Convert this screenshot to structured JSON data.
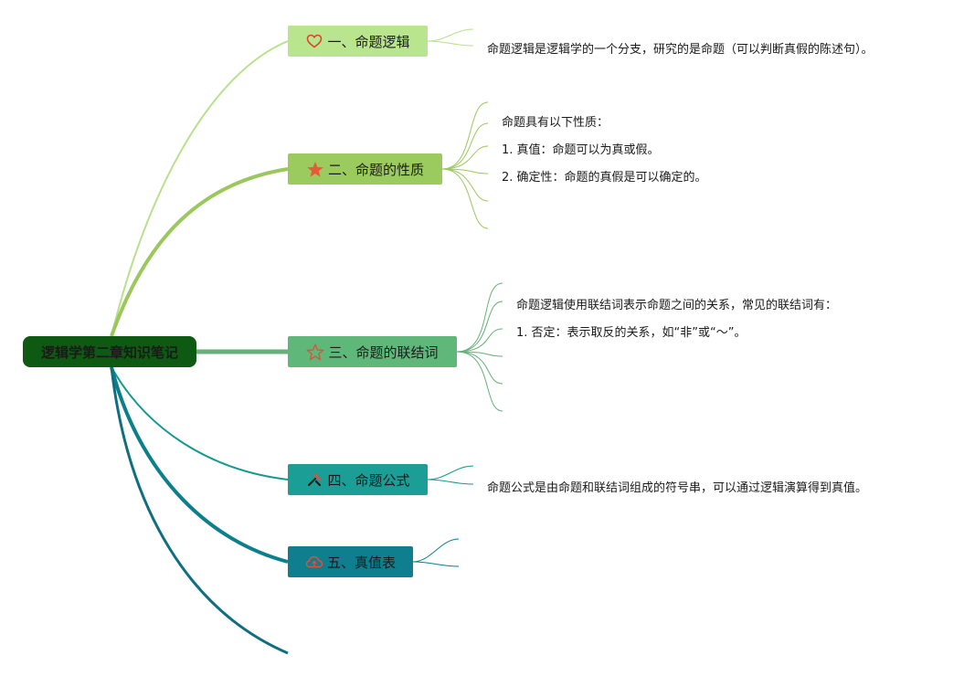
{
  "colors": {
    "root": "#0f5a12",
    "topic1": "#b9e58f",
    "topic2": "#9bcb5f",
    "topic3": "#5fb77a",
    "topic4": "#1a9e96",
    "topic5": "#0f7e8e",
    "line1": "#b9e08c",
    "line2": "#9bc85c",
    "line3": "#66b07a",
    "line4": "#139a90",
    "line5": "#0c7f8d",
    "line6": "#0f6e80",
    "icon_red": "#e0503a"
  },
  "root": {
    "label": "逻辑学第二章知识笔记"
  },
  "topics": [
    {
      "label": "一、命题逻辑",
      "icon": "heart-outline-icon",
      "details": [
        "命题逻辑是逻辑学的一个分支，研究的是命题（可以判断真假的陈述句）。"
      ]
    },
    {
      "label": "二、命题的性质",
      "icon": "star-filled-icon",
      "details": [
        "命题具有以下性质：",
        "1. 真值：命题可以为真或假。",
        "2. 确定性：命题的真假是可以确定的。"
      ]
    },
    {
      "label": "三、命题的联结词",
      "icon": "star-outline-icon",
      "details": [
        "命题逻辑使用联结词表示命题之间的关系，常见的联结词有：",
        "1. 否定：表示取反的关系，如“非”或“～”。"
      ]
    },
    {
      "label": "四、命题公式",
      "icon": "tools-icon",
      "details": [
        "命题公式是由命题和联结词组成的符号串，可以通过逻辑演算得到真值。"
      ]
    },
    {
      "label": "五、真值表",
      "icon": "cloud-icon",
      "details": []
    }
  ]
}
